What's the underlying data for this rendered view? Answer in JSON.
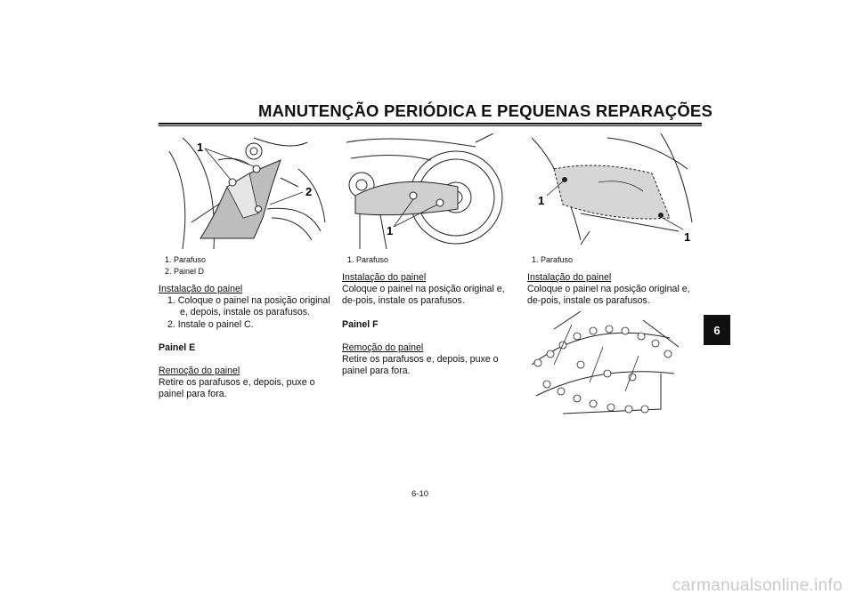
{
  "header": {
    "title": "MANUTENÇÃO PERIÓDICA E PEQUENAS REPARAÇÕES"
  },
  "chapter_tab": "6",
  "figures": [
    {
      "callouts": [
        "1",
        "2"
      ],
      "captions": [
        "1. Parafuso",
        "2. Painel D"
      ]
    },
    {
      "callouts": [
        "1"
      ],
      "captions": [
        "1. Parafuso"
      ]
    },
    {
      "callouts": [
        "1",
        "1"
      ],
      "captions": [
        "1. Parafuso"
      ]
    }
  ],
  "col1": {
    "install_heading": "Instalação do painel",
    "steps": [
      "1. Coloque o painel na posição original e, depois, instale os parafusos.",
      "2. Instale o painel C."
    ],
    "panel_heading": "Painel E",
    "removal_heading": "Remoção do painel",
    "removal_text": "Retire os parafusos e, depois, puxe o painel para fora."
  },
  "col2": {
    "install_heading": "Instalação do painel",
    "install_text": "Coloque o painel na posição original e, de-pois, instale os parafusos.",
    "panel_heading": "Painel F",
    "removal_heading": "Remoção do painel",
    "removal_text": "Retire os parafusos e, depois, puxe o painel para fora."
  },
  "col3": {
    "install_heading": "Instalação do painel",
    "install_text": "Coloque o painel na posição original e, de-pois, instale os parafusos."
  },
  "footer": {
    "page_number": "6-10",
    "watermark": "carmanualsonline.info"
  }
}
